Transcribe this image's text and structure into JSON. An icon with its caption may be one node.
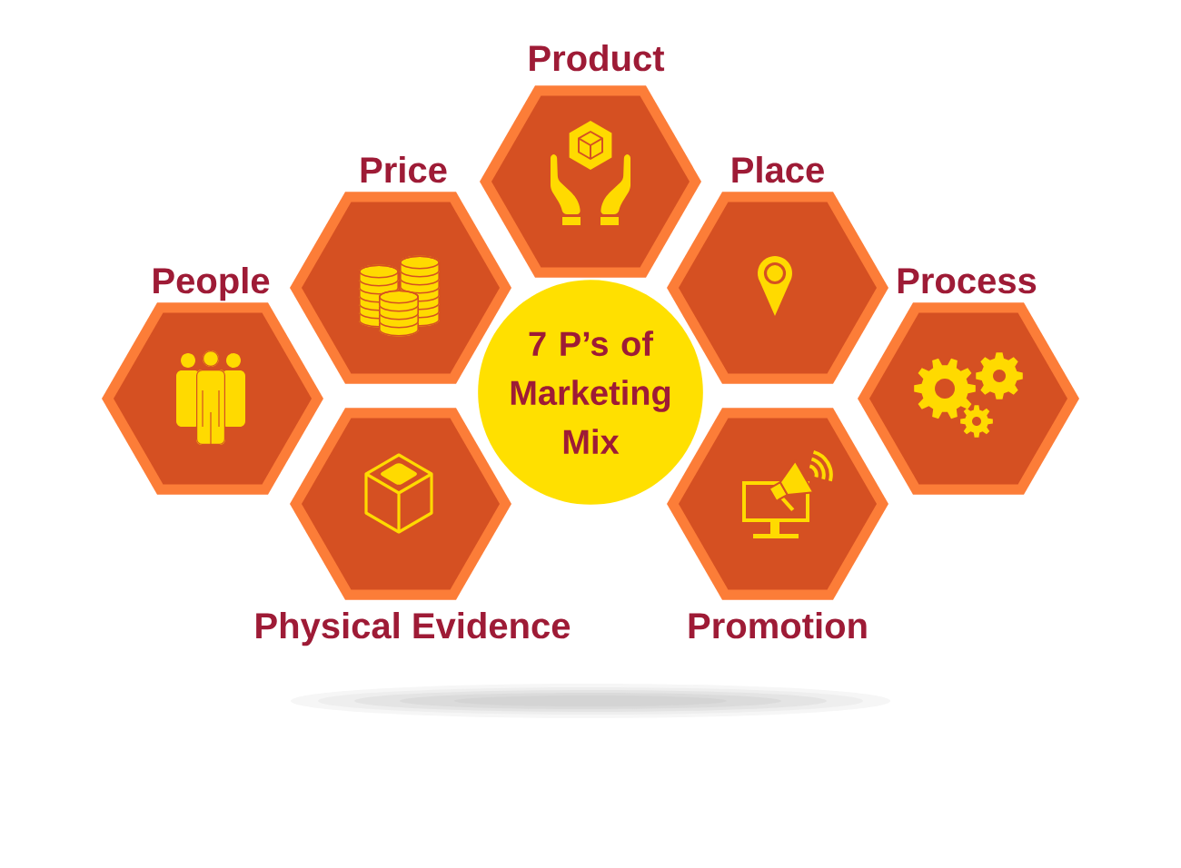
{
  "diagram": {
    "nodes": [
      {
        "text": [
          "Product"
        ]
      },
      {
        "text": [
          "Price"
        ]
      },
      {
        "text": [
          "Place"
        ]
      },
      {
        "text": [
          "People"
        ]
      },
      {
        "text": [
          "Process"
        ]
      },
      {
        "text": [
          "7 P’s of Marketing Mix"
        ]
      },
      {
        "text": [
          "Physical Evidence"
        ]
      },
      {
        "text": [
          "Promotion"
        ]
      }
    ]
  }
}
